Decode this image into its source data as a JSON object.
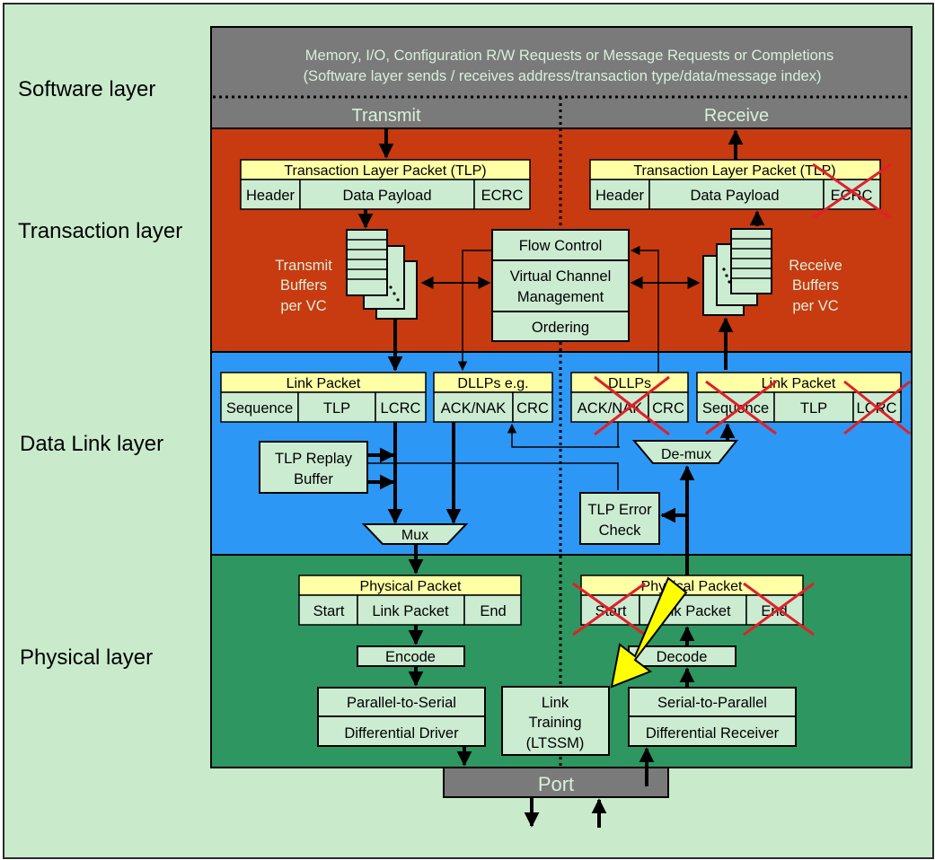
{
  "layers": {
    "software": "Software layer",
    "transaction": "Transaction layer",
    "datalink": "Data Link layer",
    "physical": "Physical layer"
  },
  "software_box": {
    "line1": "Memory, I/O, Configuration R/W Requests or Message Requests or Completions",
    "line2": "(Software layer sends / receives address/transaction type/data/message index)",
    "transmit": "Transmit",
    "receive": "Receive"
  },
  "transaction": {
    "tlp_title": "Transaction Layer Packet (TLP)",
    "header": "Header",
    "data_payload": "Data Payload",
    "ecrc": "ECRC",
    "flow_control": "Flow Control",
    "vc_line1": "Virtual Channel",
    "vc_line2": "Management",
    "ordering": "Ordering",
    "tx_buf_line1": "Transmit",
    "tx_buf_line2": "Buffers",
    "tx_buf_line3": "per VC",
    "rx_buf_line1": "Receive",
    "rx_buf_line2": "Buffers",
    "rx_buf_line3": "per VC"
  },
  "datalink": {
    "link_packet": "Link Packet",
    "sequence": "Sequence",
    "tlp": "TLP",
    "lcrc": "LCRC",
    "dllps_eg": "DLLPs e.g.",
    "dllps": "DLLPs",
    "ack_nak": "ACK/NAK",
    "crc": "CRC",
    "replay_line1": "TLP Replay",
    "replay_line2": "Buffer",
    "mux": "Mux",
    "demux": "De-mux",
    "err_line1": "TLP Error",
    "err_line2": "Check"
  },
  "physical": {
    "physical_packet": "Physical Packet",
    "start": "Start",
    "link_packet": "Link Packet",
    "end": "End",
    "encode": "Encode",
    "decode": "Decode",
    "p2s": "Parallel-to-Serial",
    "diff_driver": "Differential Driver",
    "s2p": "Serial-to-Parallel",
    "diff_receiver": "Differential Receiver",
    "lt_line1": "Link",
    "lt_line2": "Training",
    "lt_line3": "(LTSSM)",
    "port": "Port"
  },
  "colors": {
    "background": "#c9ebcc",
    "software": "#7a7a7a",
    "transaction": "#c83a10",
    "datalink": "#2d97f5",
    "physical": "#2e9660",
    "box_fill": "#ccecd2",
    "header_fill": "#ffffa6",
    "cross": "#e0202a",
    "highlight_arrow": "#ffff00"
  }
}
